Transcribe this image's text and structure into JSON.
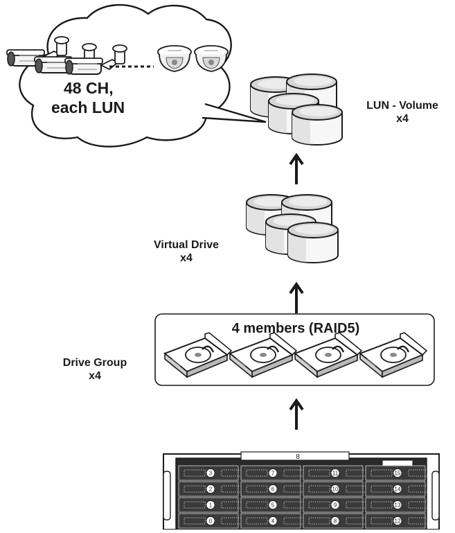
{
  "cloud": {
    "line1": "48 CH,",
    "line2": "each LUN"
  },
  "lun_volume": {
    "name": "LUN - Volume",
    "count": "x4"
  },
  "virtual_drive": {
    "name": "Virtual Drive",
    "count": "x4"
  },
  "drive_group": {
    "name": "Drive Group",
    "count": "x4",
    "members": "4 members (RAID5)"
  },
  "chassis": {
    "top_label": "8",
    "bay_numbers": [
      "3",
      "7",
      "11",
      "15",
      "2",
      "6",
      "10",
      "14",
      "1",
      "5",
      "9",
      "13",
      "0",
      "4",
      "8",
      "12"
    ]
  },
  "colors": {
    "ink": "#1a1a1a",
    "disk_fill": "#f7f7f7",
    "disk_shade": "#cfcfcf"
  },
  "icons": [
    "bullet-camera-icon",
    "dome-camera-icon",
    "database-icon",
    "hard-drive-icon",
    "up-arrow-icon",
    "storage-chassis-icon"
  ]
}
